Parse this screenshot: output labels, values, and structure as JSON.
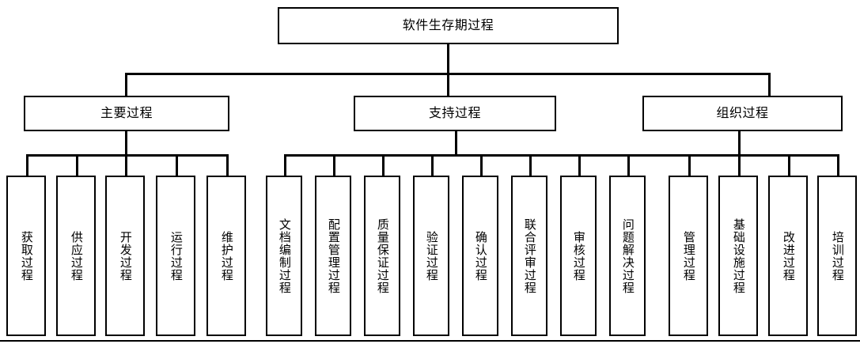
{
  "diagram": {
    "title": "软件生存期过程",
    "type": "hierarchy-tree",
    "colors": {
      "stroke": "#000000",
      "fill": "#ffffff",
      "text": "#000000"
    },
    "root": {
      "label": "软件生存期过程"
    },
    "groups": [
      {
        "label": "主要过程",
        "children": [
          {
            "label": "获取过程"
          },
          {
            "label": "供应过程"
          },
          {
            "label": "开发过程"
          },
          {
            "label": "运行过程"
          },
          {
            "label": "维护过程"
          }
        ]
      },
      {
        "label": "支持过程",
        "children": [
          {
            "label": "文档编制过程"
          },
          {
            "label": "配置管理过程"
          },
          {
            "label": "质量保证过程"
          },
          {
            "label": "验证过程"
          },
          {
            "label": "确认过程"
          },
          {
            "label": "联合评审过程"
          },
          {
            "label": "审核过程"
          },
          {
            "label": "问题解决过程"
          }
        ]
      },
      {
        "label": "组织过程",
        "children": [
          {
            "label": "管理过程"
          },
          {
            "label": "基础设施过程"
          },
          {
            "label": "改进过程"
          },
          {
            "label": "培训过程"
          }
        ]
      }
    ]
  }
}
